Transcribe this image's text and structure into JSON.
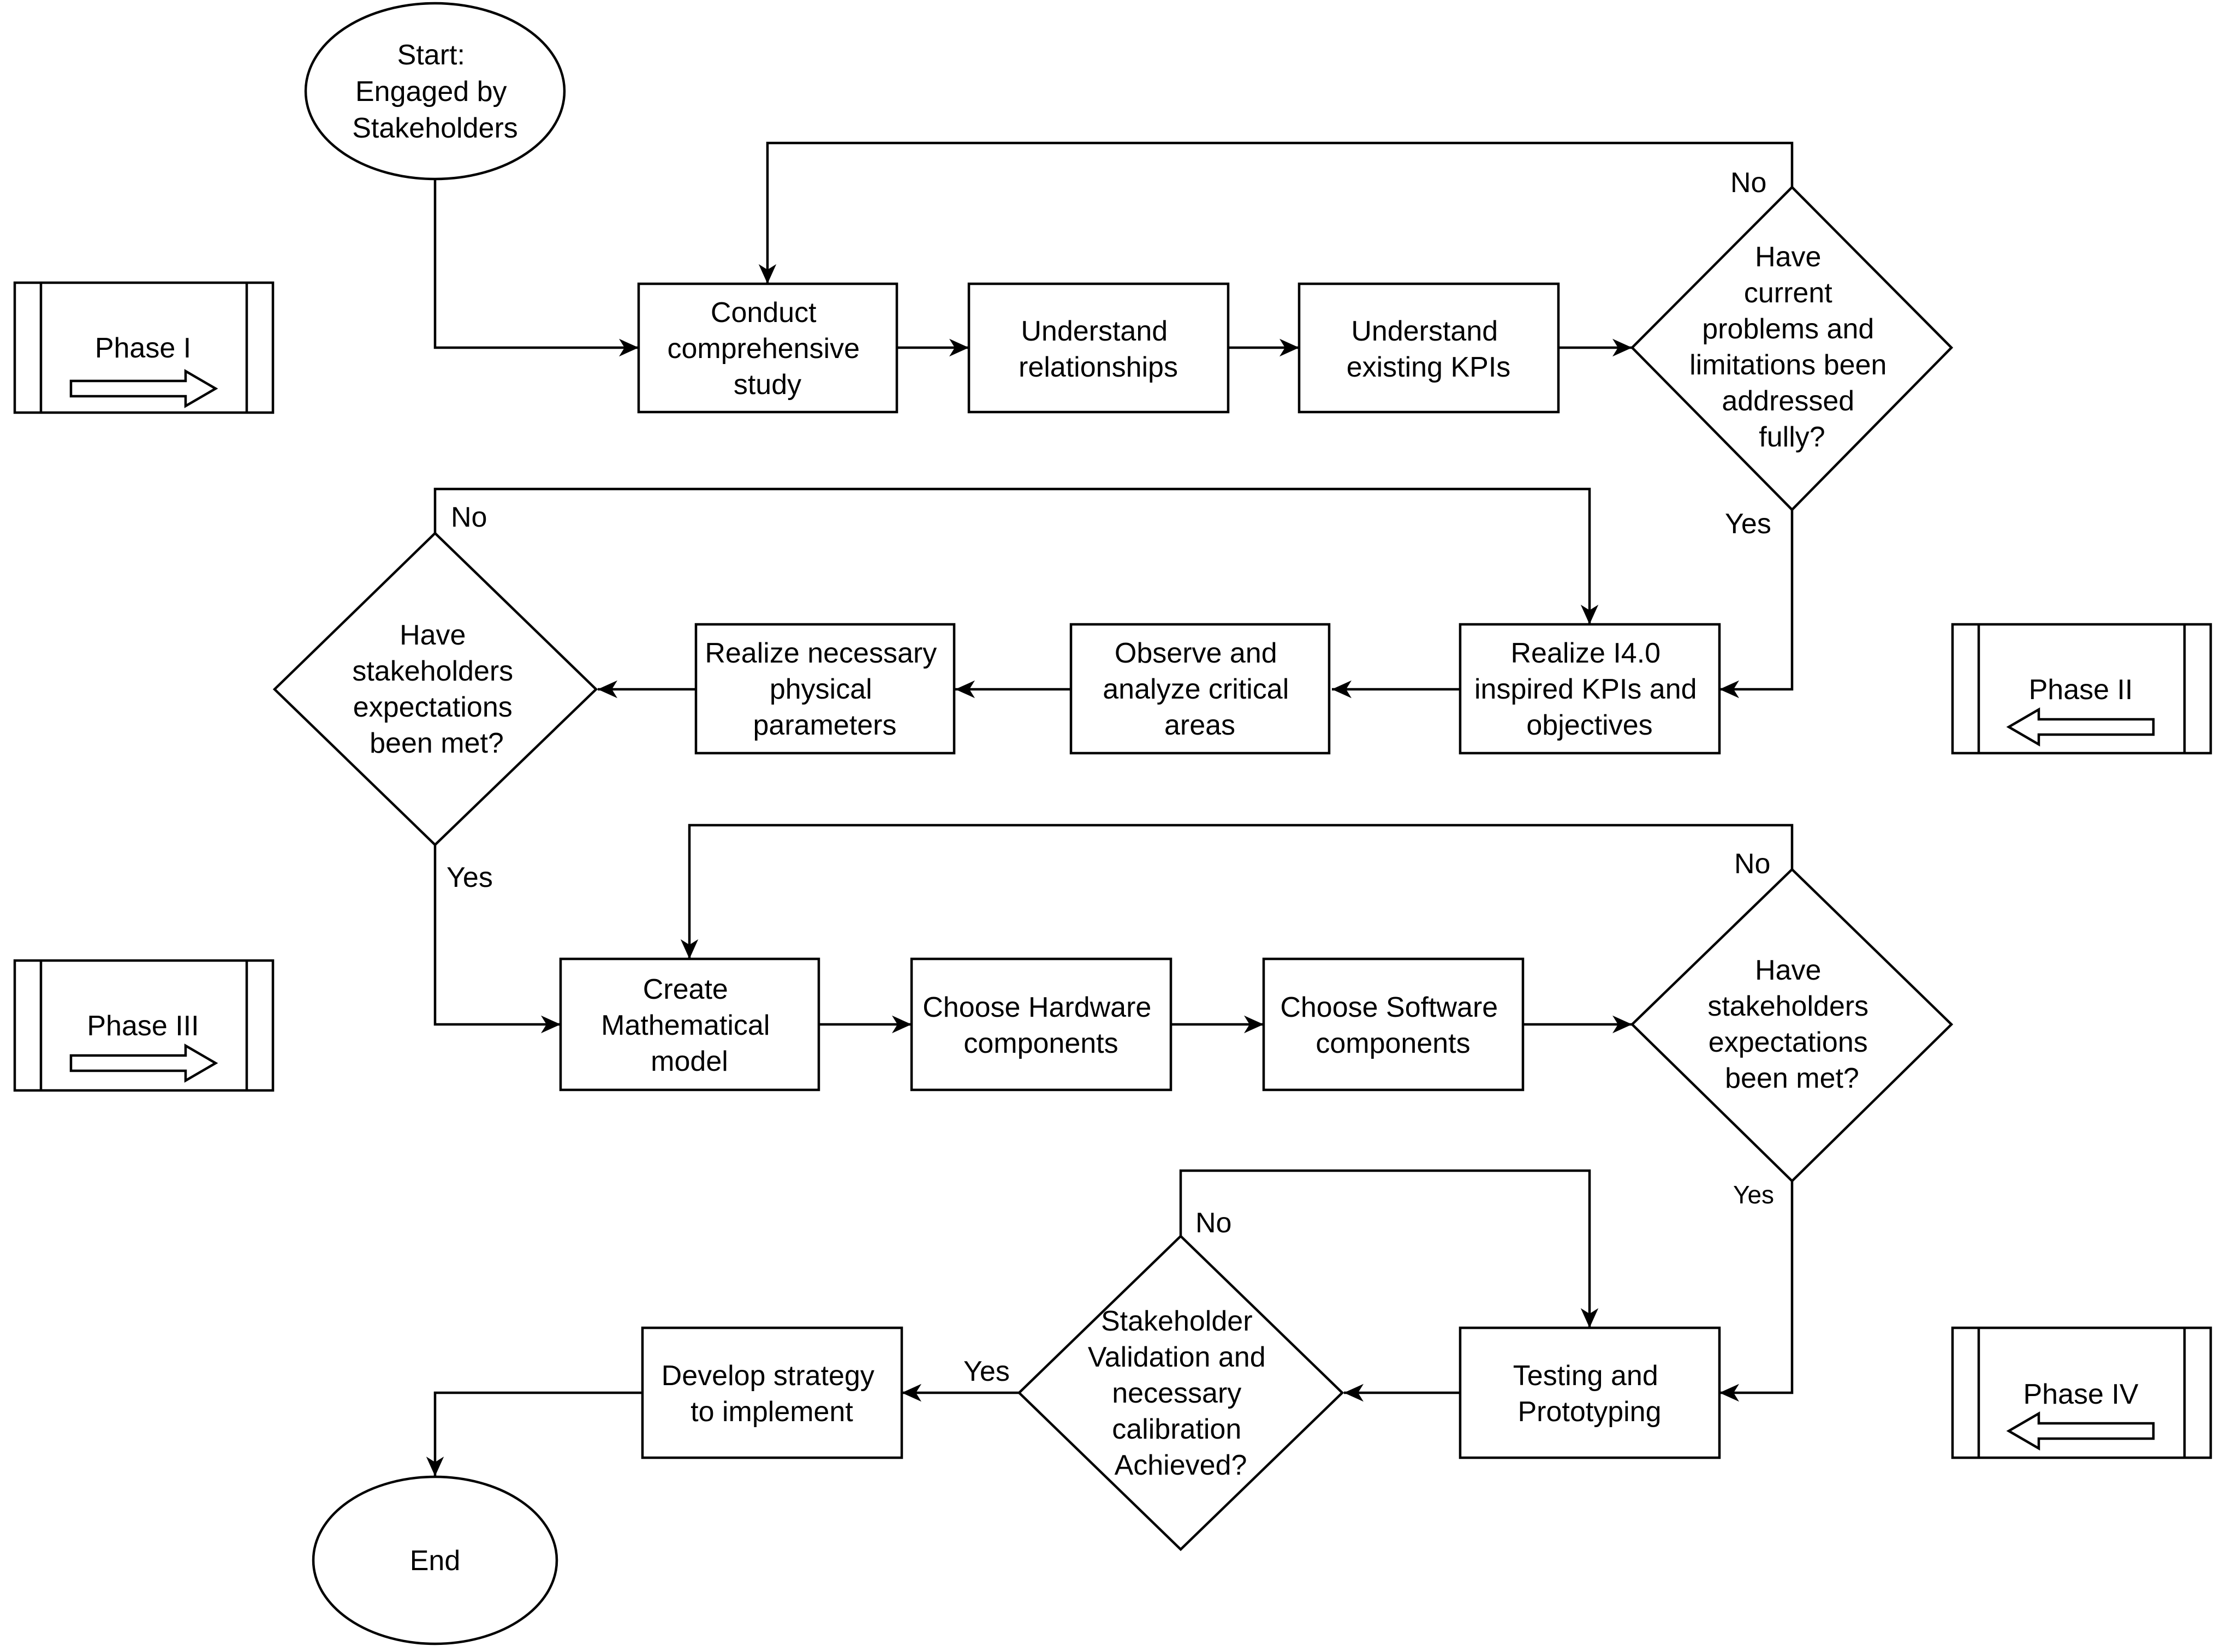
{
  "nodes": {
    "start": [
      "Start:",
      "Engaged by",
      "Stakeholders"
    ],
    "conduct_study": [
      "Conduct",
      "comprehensive",
      "study"
    ],
    "understand_relationships": [
      "Understand",
      "relationships"
    ],
    "understand_kpis": [
      "Understand",
      "existing KPIs"
    ],
    "decision_problems": [
      "Have",
      "current",
      "problems and",
      "limitations been",
      "addressed",
      "fully?"
    ],
    "realize_kpis": [
      "Realize I4.0",
      "inspired KPIs and",
      "objectives"
    ],
    "observe_areas": [
      "Observe and",
      "analyze critical",
      "areas"
    ],
    "realize_parameters": [
      "Realize necessary",
      "physical",
      "parameters"
    ],
    "decision_expectations_1": [
      "Have",
      "stakeholders",
      "expectations",
      "been met?"
    ],
    "math_model": [
      "Create",
      "Mathematical",
      "model"
    ],
    "hardware": [
      "Choose Hardware",
      "components"
    ],
    "software": [
      "Choose Software",
      "components"
    ],
    "decision_expectations_2": [
      "Have",
      "stakeholders",
      "expectations",
      "been met?"
    ],
    "testing": [
      "Testing and",
      "Prototyping"
    ],
    "decision_validation": [
      "Stakeholder",
      "Validation and",
      "necessary",
      "calibration",
      "Achieved?"
    ],
    "develop_strategy": [
      "Develop strategy",
      "to implement"
    ],
    "end": [
      "End"
    ]
  },
  "edge_labels": {
    "no_1": "No",
    "yes_1": "Yes",
    "no_2": "No",
    "yes_2": "Yes",
    "no_3": "No",
    "yes_3": "Yes",
    "no_4": "No",
    "yes_4": "Yes"
  },
  "phases": {
    "phase_1": "Phase I",
    "phase_2": "Phase II",
    "phase_3": "Phase III",
    "phase_4": "Phase IV"
  }
}
